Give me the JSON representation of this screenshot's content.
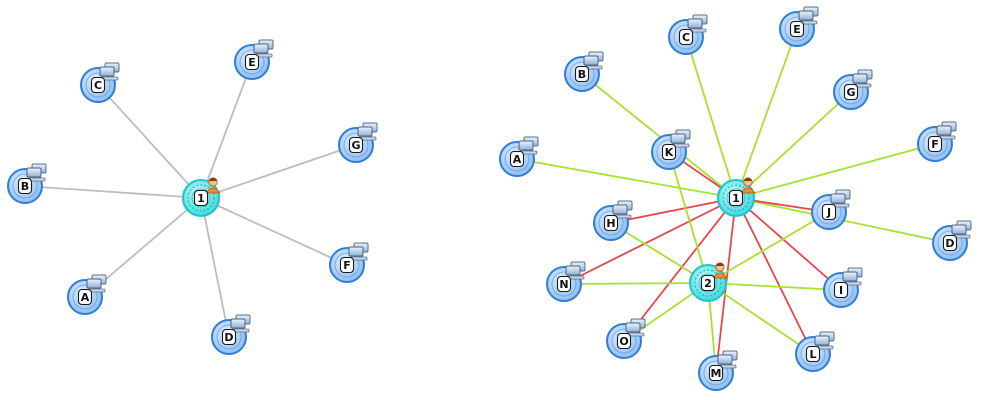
{
  "colors": {
    "edge_gray": "#bdbdbd",
    "edge_green": "#a6e22e",
    "edge_red": "#e8464b",
    "device_outer": "#9cc6f3",
    "device_ring": "#2f7fd6",
    "device_inner": "#6aa6ee",
    "hub_outer": "#63e3e8",
    "hub_ring": "#18c7cc",
    "hub_inner": "#43d9dd",
    "label_fill": "#ffffff",
    "label_stroke": "#1b1b1b"
  },
  "icons": {
    "device": "computer-icon",
    "hub": "user-icon"
  },
  "graphs": [
    {
      "name": "graph-left",
      "hubs": [
        {
          "id": "1",
          "icon": "user-icon"
        }
      ],
      "devices": [
        {
          "id": "A",
          "icon": "computer-icon"
        },
        {
          "id": "B",
          "icon": "computer-icon"
        },
        {
          "id": "C",
          "icon": "computer-icon"
        },
        {
          "id": "D",
          "icon": "computer-icon"
        },
        {
          "id": "E",
          "icon": "computer-icon"
        },
        {
          "id": "F",
          "icon": "computer-icon"
        },
        {
          "id": "G",
          "icon": "computer-icon"
        }
      ],
      "edges": [
        {
          "from": "1",
          "to": "A",
          "type": "gray"
        },
        {
          "from": "1",
          "to": "B",
          "type": "gray"
        },
        {
          "from": "1",
          "to": "C",
          "type": "gray"
        },
        {
          "from": "1",
          "to": "D",
          "type": "gray"
        },
        {
          "from": "1",
          "to": "E",
          "type": "gray"
        },
        {
          "from": "1",
          "to": "F",
          "type": "gray"
        },
        {
          "from": "1",
          "to": "G",
          "type": "gray"
        }
      ]
    },
    {
      "name": "graph-right",
      "hubs": [
        {
          "id": "1",
          "icon": "user-icon"
        },
        {
          "id": "2",
          "icon": "user-icon"
        }
      ],
      "devices": [
        {
          "id": "A",
          "icon": "computer-icon"
        },
        {
          "id": "B",
          "icon": "computer-icon"
        },
        {
          "id": "C",
          "icon": "computer-icon"
        },
        {
          "id": "D",
          "icon": "computer-icon"
        },
        {
          "id": "E",
          "icon": "computer-icon"
        },
        {
          "id": "F",
          "icon": "computer-icon"
        },
        {
          "id": "G",
          "icon": "computer-icon"
        },
        {
          "id": "H",
          "icon": "computer-icon"
        },
        {
          "id": "I",
          "icon": "computer-icon"
        },
        {
          "id": "J",
          "icon": "computer-icon"
        },
        {
          "id": "K",
          "icon": "computer-icon"
        },
        {
          "id": "L",
          "icon": "computer-icon"
        },
        {
          "id": "M",
          "icon": "computer-icon"
        },
        {
          "id": "N",
          "icon": "computer-icon"
        },
        {
          "id": "O",
          "icon": "computer-icon"
        }
      ],
      "edges": [
        {
          "from": "1",
          "to": "A",
          "type": "green"
        },
        {
          "from": "1",
          "to": "B",
          "type": "green"
        },
        {
          "from": "1",
          "to": "C",
          "type": "green"
        },
        {
          "from": "1",
          "to": "D",
          "type": "green"
        },
        {
          "from": "1",
          "to": "E",
          "type": "green"
        },
        {
          "from": "1",
          "to": "F",
          "type": "green"
        },
        {
          "from": "1",
          "to": "G",
          "type": "green"
        },
        {
          "from": "1",
          "to": "H",
          "type": "red"
        },
        {
          "from": "1",
          "to": "I",
          "type": "red"
        },
        {
          "from": "1",
          "to": "J",
          "type": "red"
        },
        {
          "from": "1",
          "to": "K",
          "type": "red"
        },
        {
          "from": "1",
          "to": "L",
          "type": "red"
        },
        {
          "from": "1",
          "to": "M",
          "type": "red"
        },
        {
          "from": "1",
          "to": "N",
          "type": "red"
        },
        {
          "from": "1",
          "to": "O",
          "type": "red"
        },
        {
          "from": "2",
          "to": "H",
          "type": "green"
        },
        {
          "from": "2",
          "to": "I",
          "type": "green"
        },
        {
          "from": "2",
          "to": "J",
          "type": "green"
        },
        {
          "from": "2",
          "to": "K",
          "type": "green"
        },
        {
          "from": "2",
          "to": "L",
          "type": "green"
        },
        {
          "from": "2",
          "to": "M",
          "type": "green"
        },
        {
          "from": "2",
          "to": "N",
          "type": "green"
        },
        {
          "from": "2",
          "to": "O",
          "type": "green"
        }
      ]
    }
  ]
}
